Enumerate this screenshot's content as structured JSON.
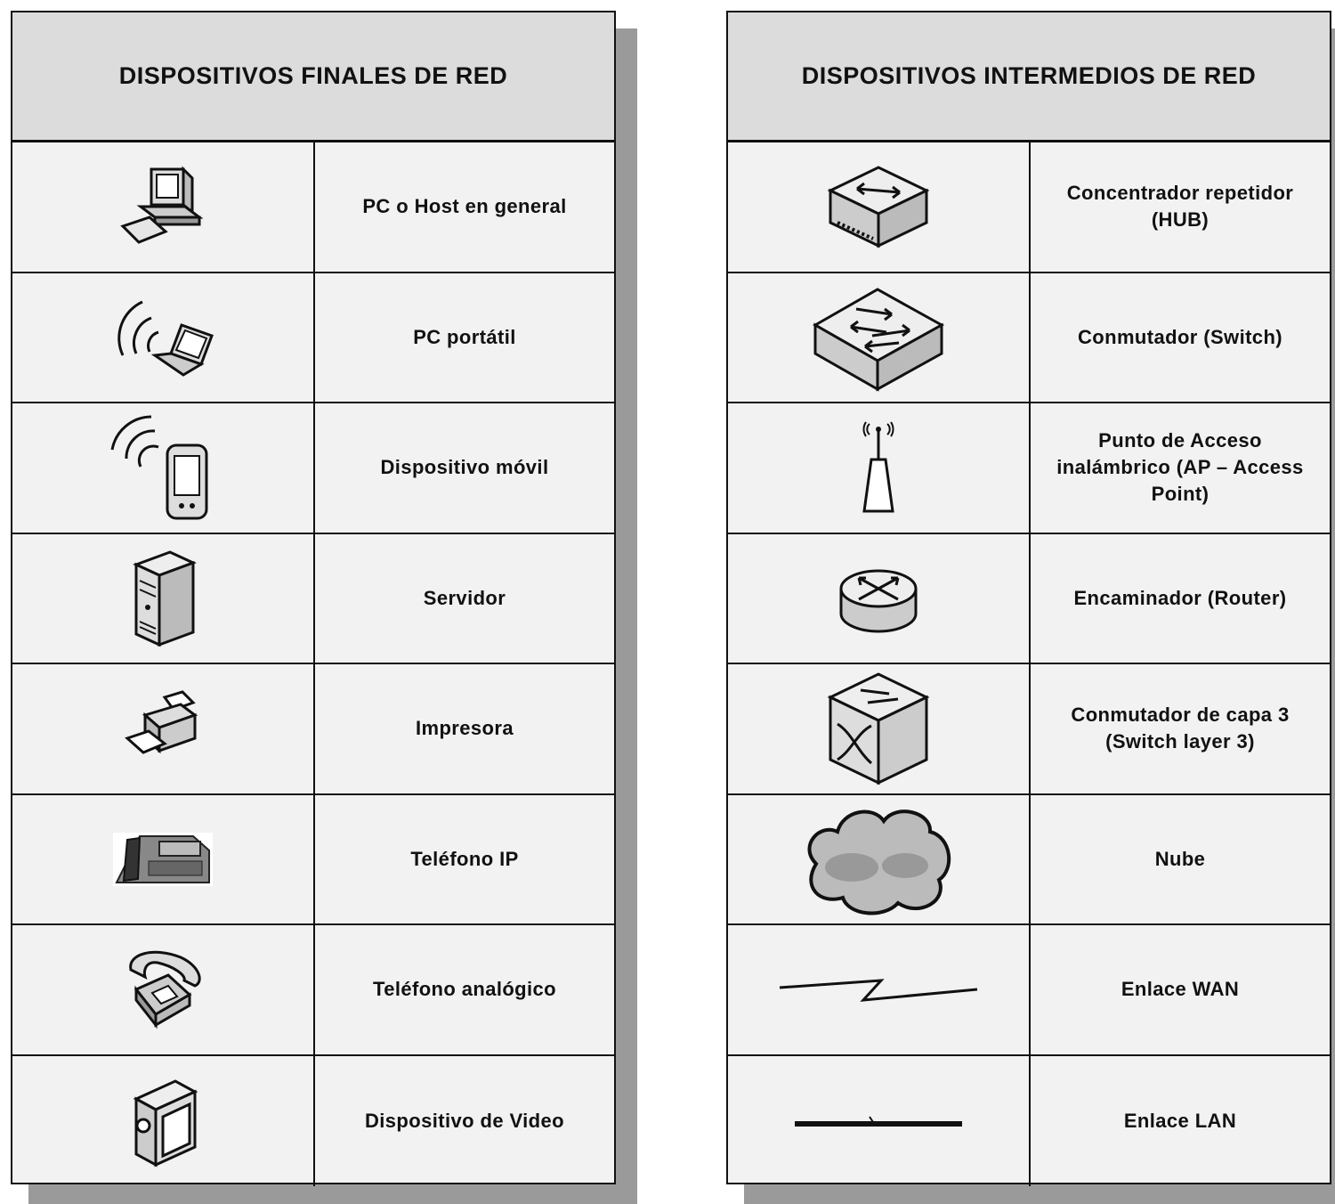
{
  "end_devices": {
    "title": "DISPOSITIVOS FINALES DE RED",
    "items": [
      {
        "label": "PC o Host en general",
        "icon": "desktop-pc-icon"
      },
      {
        "label": "PC portátil",
        "icon": "laptop-wireless-icon"
      },
      {
        "label": "Dispositivo móvil",
        "icon": "mobile-device-wireless-icon"
      },
      {
        "label": "Servidor",
        "icon": "server-tower-icon"
      },
      {
        "label": "Impresora",
        "icon": "printer-icon"
      },
      {
        "label": "Teléfono IP",
        "icon": "ip-phone-icon"
      },
      {
        "label": "Teléfono analógico",
        "icon": "analog-phone-icon"
      },
      {
        "label": "Dispositivo de Video",
        "icon": "video-camera-icon"
      }
    ]
  },
  "intermediate_devices": {
    "title": "DISPOSITIVOS INTERMEDIOS DE RED",
    "items": [
      {
        "label": "Concentrador repetidor\n(HUB)",
        "icon": "hub-icon"
      },
      {
        "label": "Conmutador (Switch)",
        "icon": "switch-icon"
      },
      {
        "label": "Punto de Acceso\ninalámbrico (AP – Access\nPoint)",
        "icon": "access-point-icon"
      },
      {
        "label": "Encaminador (Router)",
        "icon": "router-icon"
      },
      {
        "label": "Conmutador de capa 3\n(Switch layer 3)",
        "icon": "layer3-switch-icon"
      },
      {
        "label": "Nube",
        "icon": "cloud-icon"
      },
      {
        "label": "Enlace WAN",
        "icon": "wan-link-icon"
      },
      {
        "label": "Enlace LAN",
        "icon": "lan-link-icon"
      }
    ]
  }
}
